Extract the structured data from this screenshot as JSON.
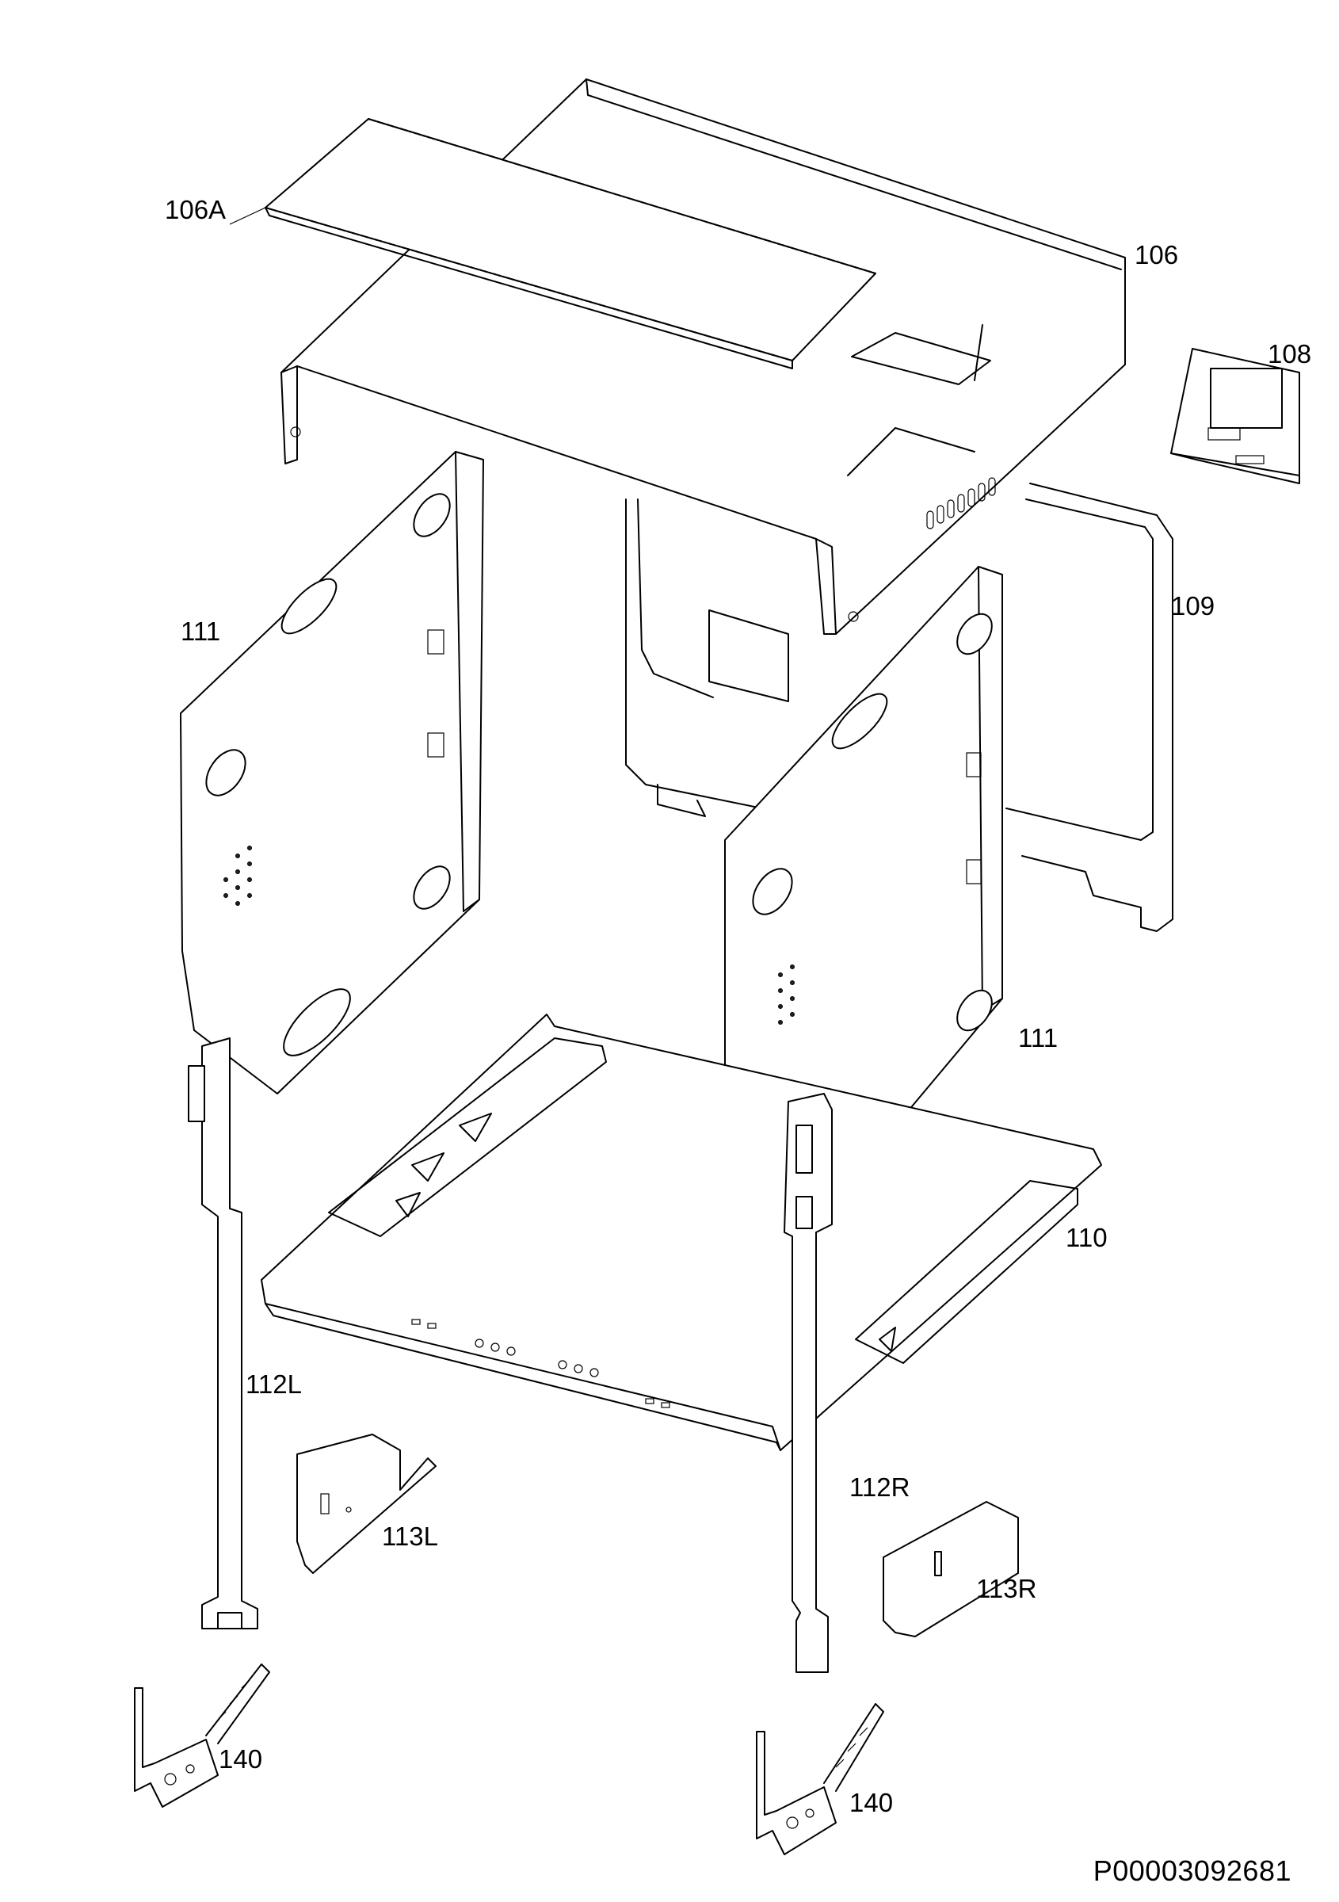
{
  "diagram": {
    "document_id": "P00003092681",
    "labels": [
      {
        "id": "106A",
        "text": "106A"
      },
      {
        "id": "106",
        "text": "106"
      },
      {
        "id": "108",
        "text": "108"
      },
      {
        "id": "109",
        "text": "109"
      },
      {
        "id": "111-left",
        "text": "111"
      },
      {
        "id": "111-right",
        "text": "111"
      },
      {
        "id": "110",
        "text": "110"
      },
      {
        "id": "112L",
        "text": "112L"
      },
      {
        "id": "112R",
        "text": "112R"
      },
      {
        "id": "113L",
        "text": "113L"
      },
      {
        "id": "113R",
        "text": "113R"
      },
      {
        "id": "140-left",
        "text": "140"
      },
      {
        "id": "140-right",
        "text": "140"
      }
    ]
  }
}
